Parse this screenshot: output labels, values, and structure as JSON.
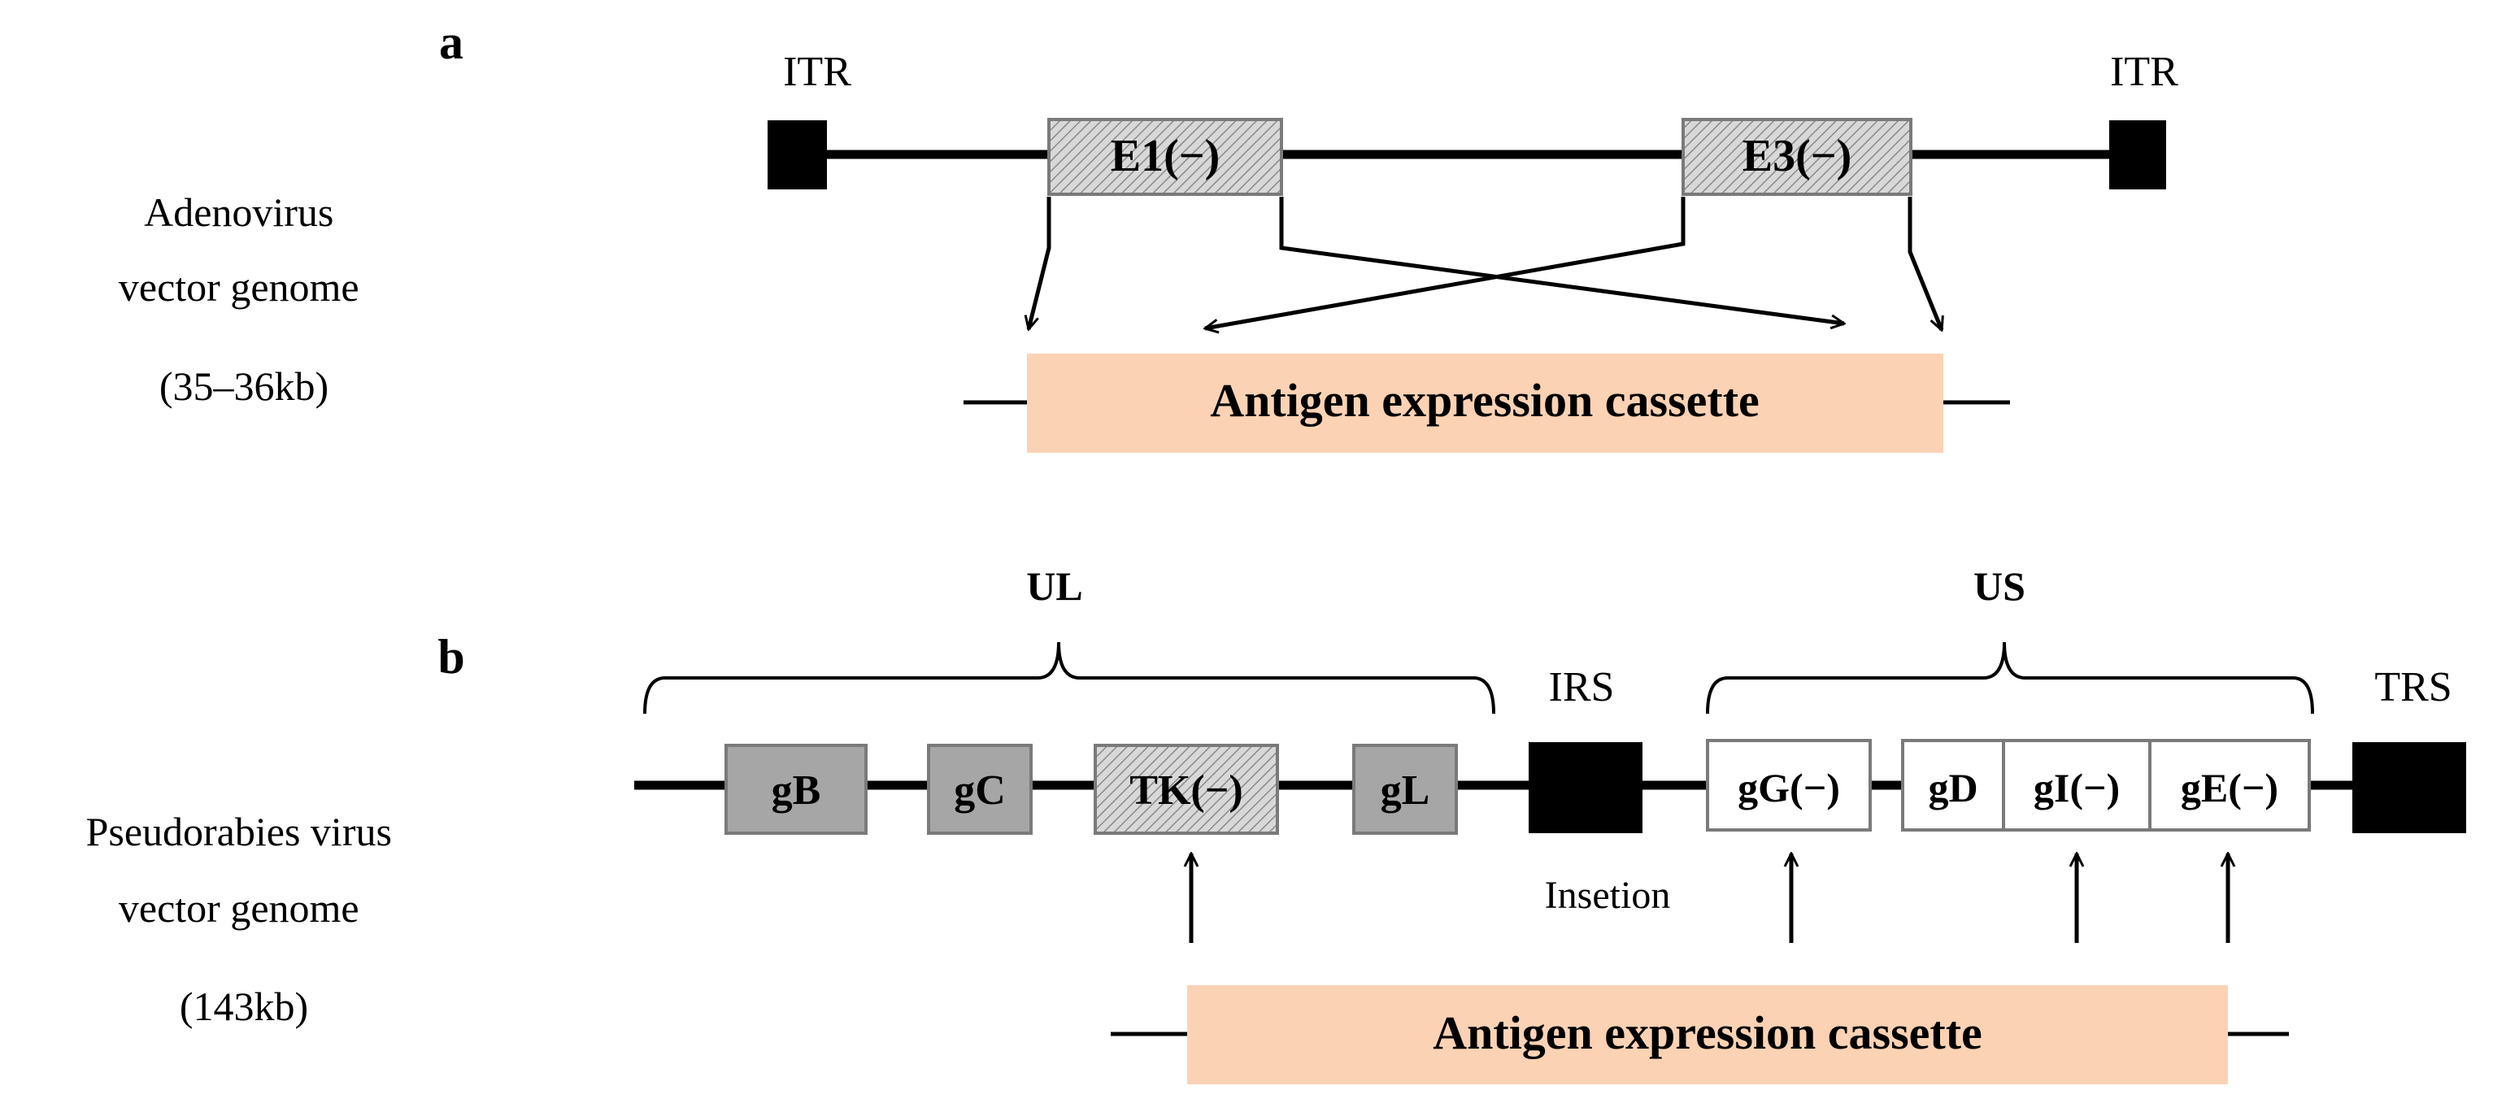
{
  "colors": {
    "line": "#000000",
    "itr_box": "#000000",
    "deleted_fill": "#d8d8d8",
    "deleted_hatch": "#8a8a8a",
    "box_border": "#7a7a7a",
    "gene_gray": "#a6a6a6",
    "white_box": "#ffffff",
    "cassette": "#fcd2b4"
  },
  "panel_a": {
    "panel_label": "a",
    "side_label": [
      "Adenovirus",
      "vector genome",
      "(35–36kb)"
    ],
    "left_end_label": "ITR",
    "right_end_label": "ITR",
    "genes": [
      {
        "label": "E1(−)",
        "style": "deleted"
      },
      {
        "label": "E3(−)",
        "style": "deleted"
      }
    ],
    "cassette_label": "Antigen expression cassette"
  },
  "panel_b": {
    "panel_label": "b",
    "side_label": [
      "Pseudorabies virus",
      "vector genome",
      "(143kb)"
    ],
    "region_labels": [
      "UL",
      "US"
    ],
    "repeat_labels": [
      "IRS",
      "TRS"
    ],
    "genes": [
      {
        "label": "gB",
        "style": "gray"
      },
      {
        "label": "gC",
        "style": "gray"
      },
      {
        "label": "TK(−)",
        "style": "deleted"
      },
      {
        "label": "gL",
        "style": "gray"
      },
      {
        "label": "gG(−)",
        "style": "white"
      },
      {
        "label": "gD",
        "style": "white"
      },
      {
        "label": "gI(−)",
        "style": "white"
      },
      {
        "label": "gE(−)",
        "style": "white"
      }
    ],
    "insertion_label": "Insetion",
    "cassette_label": "Antigen expression cassette"
  }
}
